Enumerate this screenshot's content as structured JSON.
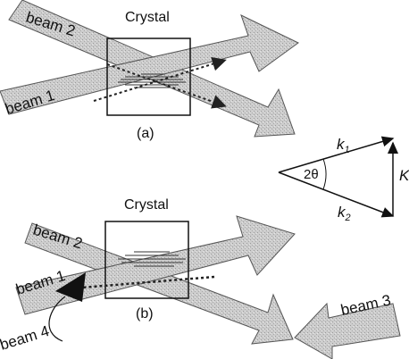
{
  "panel_a": {
    "crystal_label": "Crystal",
    "panel_label": "(a)",
    "beam_labels": {
      "beam_2": "beam 2",
      "beam_1": "beam 1"
    }
  },
  "panel_b": {
    "crystal_label": "Crystal",
    "panel_label": "(b)",
    "beam_labels": {
      "beam_2": "beam 2",
      "beam_1": "beam 1",
      "beam_3": "beam 3",
      "beam_4": "beam 4"
    }
  },
  "wavevector_triangle": {
    "k1_label": "k",
    "k1_sub": "1",
    "k2_label": "k",
    "k2_sub": "2",
    "k_label": "K",
    "angle_label": "2θ"
  },
  "colors": {
    "beam_fill": "#cfcfcf",
    "outline": "#111111"
  }
}
